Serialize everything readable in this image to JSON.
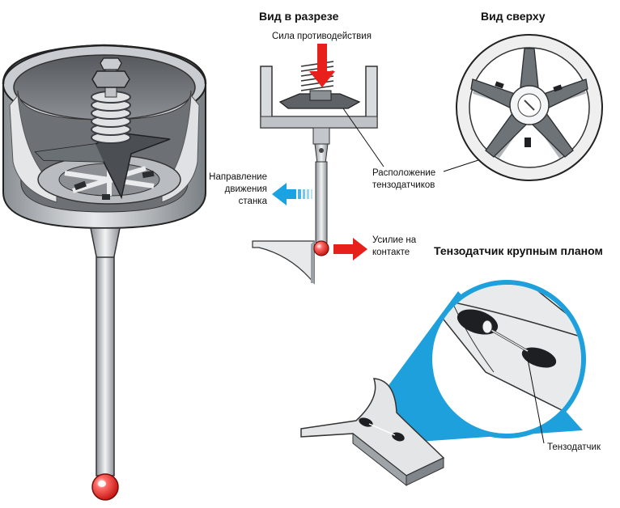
{
  "headings": {
    "section_view": "Вид в разрезе",
    "top_view": "Вид сверху",
    "closeup": "Тензодатчик крупным планом"
  },
  "labels": {
    "reaction_force": "Сила противодействия",
    "gauge_location_1": "Расположение",
    "gauge_location_2": "тензодатчиков",
    "machine_dir_1": "Направление",
    "machine_dir_2": "движения",
    "machine_dir_3": "станка",
    "contact_force_1": "Усилие на",
    "contact_force_2": "контакте",
    "strain_gauge": "Тензодатчик"
  },
  "colors": {
    "red_arrow": "#e8201c",
    "blue_arrow": "#1aa3e0",
    "metal_dark": "#5d6166",
    "metal_mid": "#9ea3a8",
    "metal_light": "#d6d9dc",
    "callout_blue": "#1ea0dc"
  }
}
